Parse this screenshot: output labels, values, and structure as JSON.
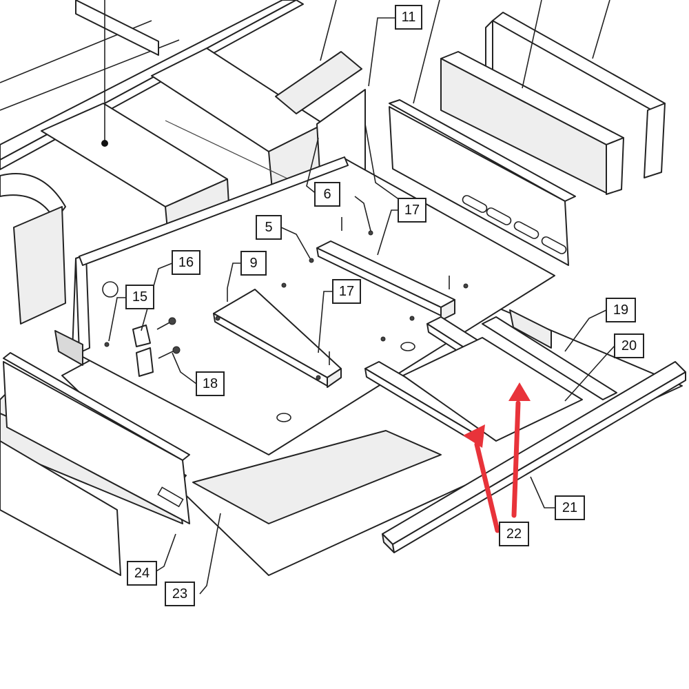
{
  "diagram": {
    "callouts": [
      {
        "id": "c11",
        "label": "11"
      },
      {
        "id": "c6",
        "label": "6"
      },
      {
        "id": "c17a",
        "label": "17"
      },
      {
        "id": "c5",
        "label": "5"
      },
      {
        "id": "c9",
        "label": "9"
      },
      {
        "id": "c16",
        "label": "16"
      },
      {
        "id": "c15",
        "label": "15"
      },
      {
        "id": "c17b",
        "label": "17"
      },
      {
        "id": "c18",
        "label": "18"
      },
      {
        "id": "c19",
        "label": "19"
      },
      {
        "id": "c20",
        "label": "20"
      },
      {
        "id": "c21",
        "label": "21"
      },
      {
        "id": "c22",
        "label": "22"
      },
      {
        "id": "c23",
        "label": "23"
      },
      {
        "id": "c24",
        "label": "24"
      }
    ],
    "highlight_color": "#e8333a",
    "line_color": "#222222"
  }
}
